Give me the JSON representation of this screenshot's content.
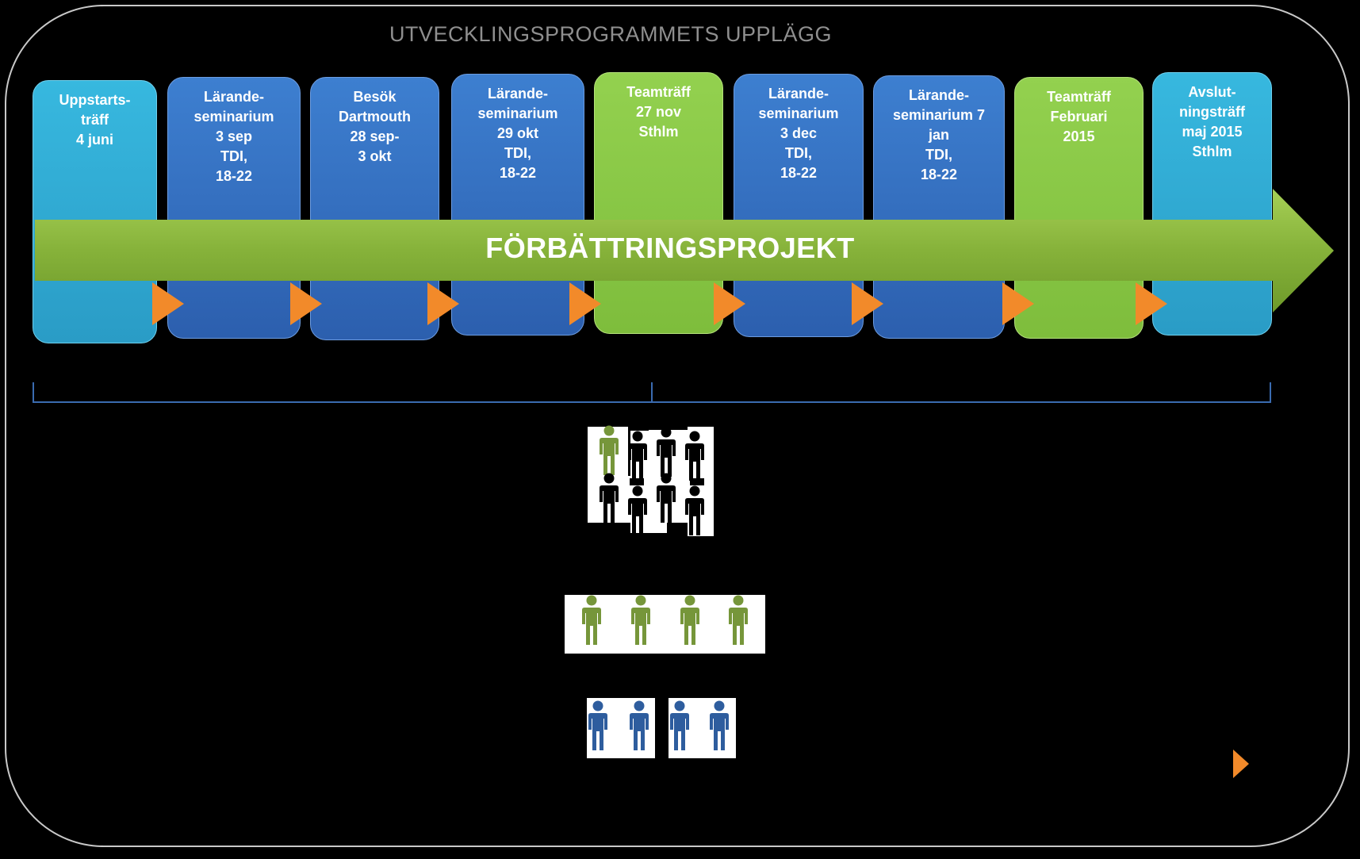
{
  "title": "UTVECKLINGSPROGRAMMETS UPPLÄGG",
  "banner": "FÖRBÄTTRINGSPROJEKT",
  "colors": {
    "teal": "#2fa9d4",
    "blue": "#3470c2",
    "green": "#8cc844",
    "orange": "#f28a2a",
    "people_green": "#76963a",
    "people_blue": "#2e5d9e",
    "banner_green": "#86b23a"
  },
  "milestones": [
    {
      "label": "Uppstarts-\nträff\n4 juni",
      "color": "teal"
    },
    {
      "label": "Lärande-\nseminarium\n3 sep\nTDI,\n18-22",
      "color": "blue"
    },
    {
      "label": "Besök\nDartmouth\n28 sep-\n3 okt",
      "color": "blue"
    },
    {
      "label": "Lärande-\nseminarium\n29 okt\nTDI,\n18-22",
      "color": "blue"
    },
    {
      "label": "Teamträff\n27 nov\nSthlm",
      "color": "green"
    },
    {
      "label": "Lärande-\nseminarium\n3 dec\nTDI,\n18-22",
      "color": "blue"
    },
    {
      "label": "Lärande-\nseminarium 7\njan\nTDI,\n18-22",
      "color": "blue"
    },
    {
      "label": "Teamträff\nFebruari\n2015",
      "color": "green"
    },
    {
      "label": "Avslut-\nningsträff\nmaj 2015\nSthlm",
      "color": "teal"
    }
  ],
  "icons": {
    "person": "person-icon",
    "marker": "orange-triangle-icon"
  }
}
